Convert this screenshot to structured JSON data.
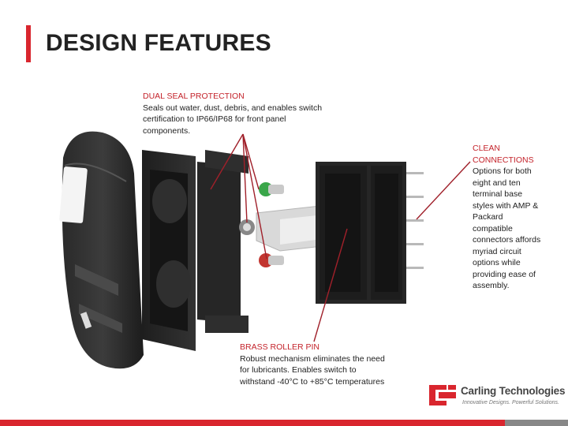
{
  "slide": {
    "title": "DESIGN FEATURES"
  },
  "callouts": {
    "dual_seal": {
      "heading": "DUAL SEAL PROTECTION",
      "body": "Seals out water, dust, debris, and enables switch certification to IP66/IP68 for front panel components."
    },
    "clean_connections": {
      "heading": "CLEAN CONNECTIONS",
      "body": "Options for both eight and ten terminal base styles with AMP & Packard compatible connectors affords myriad circuit options while providing ease of assembly."
    },
    "brass_roller": {
      "heading": "BRASS ROLLER PIN",
      "body": "Robust mechanism eliminates the need for lubricants. Enables switch to withstand -40°C to +85°C temperatures"
    }
  },
  "logo": {
    "name": "Carling Technologies",
    "tagline": "Innovative Designs. Powerful Solutions."
  },
  "colors": {
    "accent": "#d9262e",
    "heading_red": "#c4232b",
    "leader_line": "#a0202a",
    "footer_gray": "#888888"
  }
}
